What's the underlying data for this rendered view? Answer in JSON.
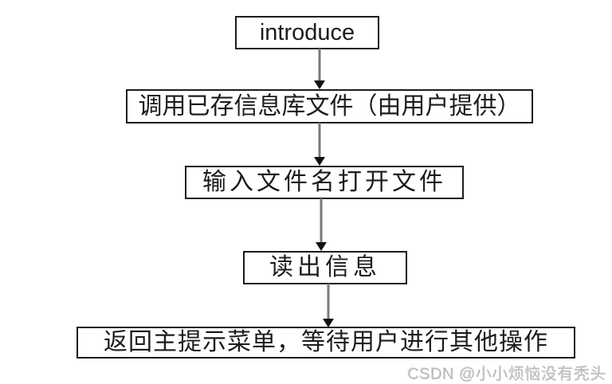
{
  "flowchart": {
    "nodes": [
      {
        "id": "introduce",
        "label": "introduce"
      },
      {
        "id": "load-library",
        "label": "调用已存信息库文件（由用户提供）"
      },
      {
        "id": "input-filename",
        "label": "输入文件名打开文件"
      },
      {
        "id": "read-info",
        "label": "读出信息"
      },
      {
        "id": "return-menu",
        "label": "返回主提示菜单，等待用户进行其他操作"
      }
    ],
    "connections": [
      {
        "from": "introduce",
        "to": "load-library"
      },
      {
        "from": "load-library",
        "to": "input-filename"
      },
      {
        "from": "input-filename",
        "to": "read-info"
      },
      {
        "from": "read-info",
        "to": "return-menu"
      }
    ],
    "colors": {
      "node_border": "#1c1c1c",
      "node_text": "#1c1c1c",
      "arrow_shaft": "#7a7a7a",
      "arrow_head": "#111111",
      "background": "#ffffff"
    }
  },
  "watermark": {
    "text": "CSDN @小小烦恼没有秃头",
    "color": "#b9b9b9"
  }
}
